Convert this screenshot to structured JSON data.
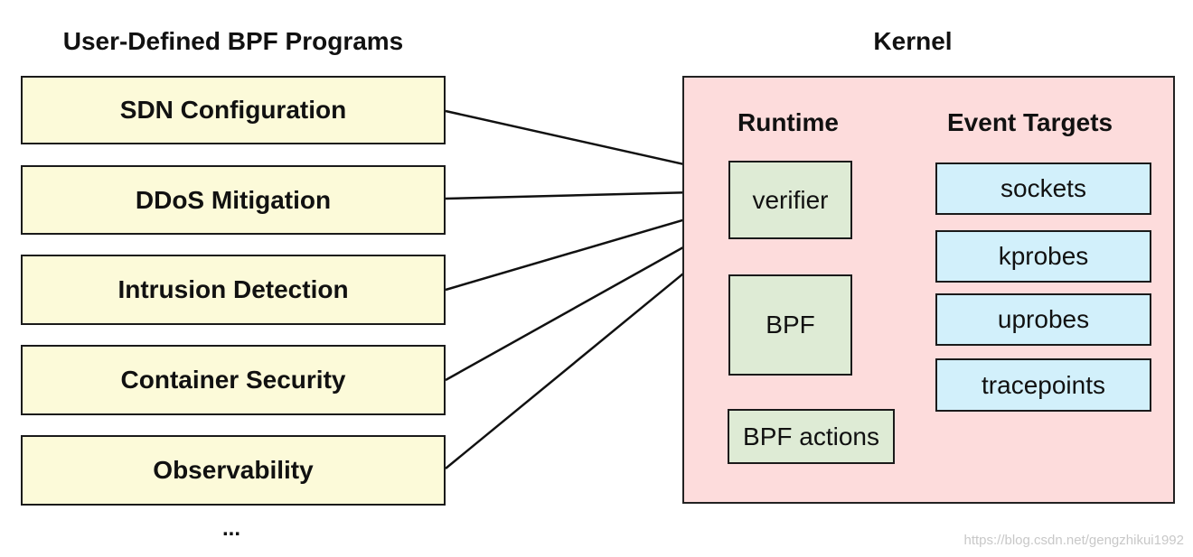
{
  "left_heading": "User-Defined BPF Programs",
  "right_heading": "Kernel",
  "programs": [
    "SDN Configuration",
    "DDoS Mitigation",
    "Intrusion Detection",
    "Container Security",
    "Observability"
  ],
  "programs_more": "...",
  "kernel": {
    "runtime_heading": "Runtime",
    "event_targets_heading": "Event Targets",
    "verifier": "verifier",
    "bpf": "BPF",
    "bpf_actions": "BPF actions",
    "event_targets": [
      "sockets",
      "kprobes",
      "uprobes",
      "tracepoints"
    ]
  },
  "watermark": "https://blog.csdn.net/gengzhikui1992",
  "colors": {
    "program_box": "#fcfad9",
    "kernel_box": "#fddcdc",
    "runtime_box": "#deebd5",
    "event_box": "#d2f0fb"
  }
}
